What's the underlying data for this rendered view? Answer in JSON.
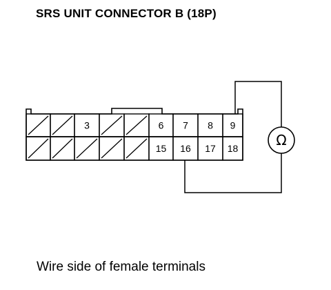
{
  "title": "SRS UNIT CONNECTOR B (18P)",
  "caption": "Wire side of female terminals",
  "connector": {
    "top_row": [
      "",
      "",
      "3",
      "",
      "",
      "6",
      "7",
      "8",
      "9"
    ],
    "bottom_row": [
      "",
      "",
      "",
      "",
      "",
      "15",
      "16",
      "17",
      "18"
    ],
    "hatched_top": [
      0,
      1,
      3,
      4
    ],
    "hatched_bottom": [
      0,
      1,
      2,
      3,
      4
    ]
  },
  "meter": {
    "symbol": "Ω",
    "icon": "ohmmeter-icon"
  }
}
